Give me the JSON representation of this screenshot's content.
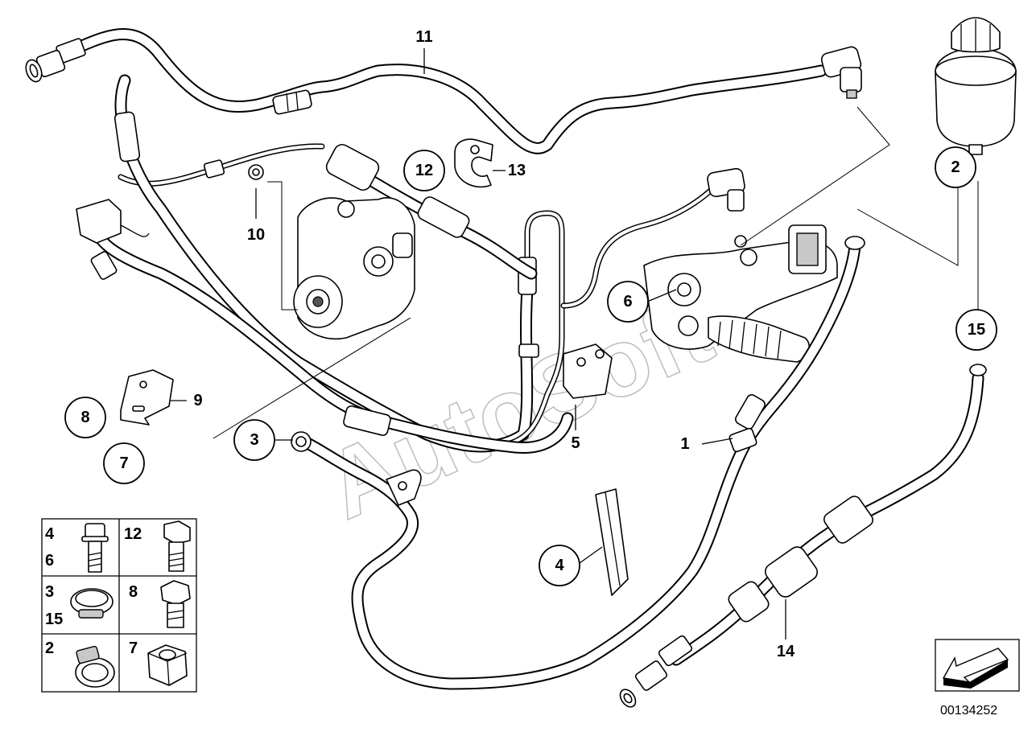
{
  "diagram": {
    "diagram_id": "00134252",
    "watermark": "AutoSoft",
    "callouts": [
      {
        "id": "c1",
        "text": "1",
        "circled": false
      },
      {
        "id": "c2",
        "text": "2",
        "circled": true
      },
      {
        "id": "c3",
        "text": "3",
        "circled": true
      },
      {
        "id": "c4",
        "text": "4",
        "circled": true
      },
      {
        "id": "c5",
        "text": "5",
        "circled": false
      },
      {
        "id": "c6",
        "text": "6",
        "circled": true
      },
      {
        "id": "c7",
        "text": "7",
        "circled": true
      },
      {
        "id": "c8",
        "text": "8",
        "circled": true
      },
      {
        "id": "c9",
        "text": "9",
        "circled": false
      },
      {
        "id": "c10",
        "text": "10",
        "circled": false
      },
      {
        "id": "c11",
        "text": "11",
        "circled": false
      },
      {
        "id": "c12",
        "text": "12",
        "circled": true
      },
      {
        "id": "c13",
        "text": "13",
        "circled": false
      },
      {
        "id": "c14",
        "text": "14",
        "circled": false
      },
      {
        "id": "c15",
        "text": "15",
        "circled": true
      }
    ],
    "legend": {
      "cells": [
        {
          "labels": [
            "4",
            "6"
          ],
          "part": "collar-bolt"
        },
        {
          "labels": [
            "12"
          ],
          "part": "hex-bolt"
        },
        {
          "labels": [
            "3",
            "15"
          ],
          "part": "hose-clamp"
        },
        {
          "labels": [
            "8"
          ],
          "part": "hex-bolt"
        },
        {
          "labels": [
            "2"
          ],
          "part": "worm-clamp"
        },
        {
          "labels": [
            "7"
          ],
          "part": "hex-nut"
        }
      ]
    }
  }
}
